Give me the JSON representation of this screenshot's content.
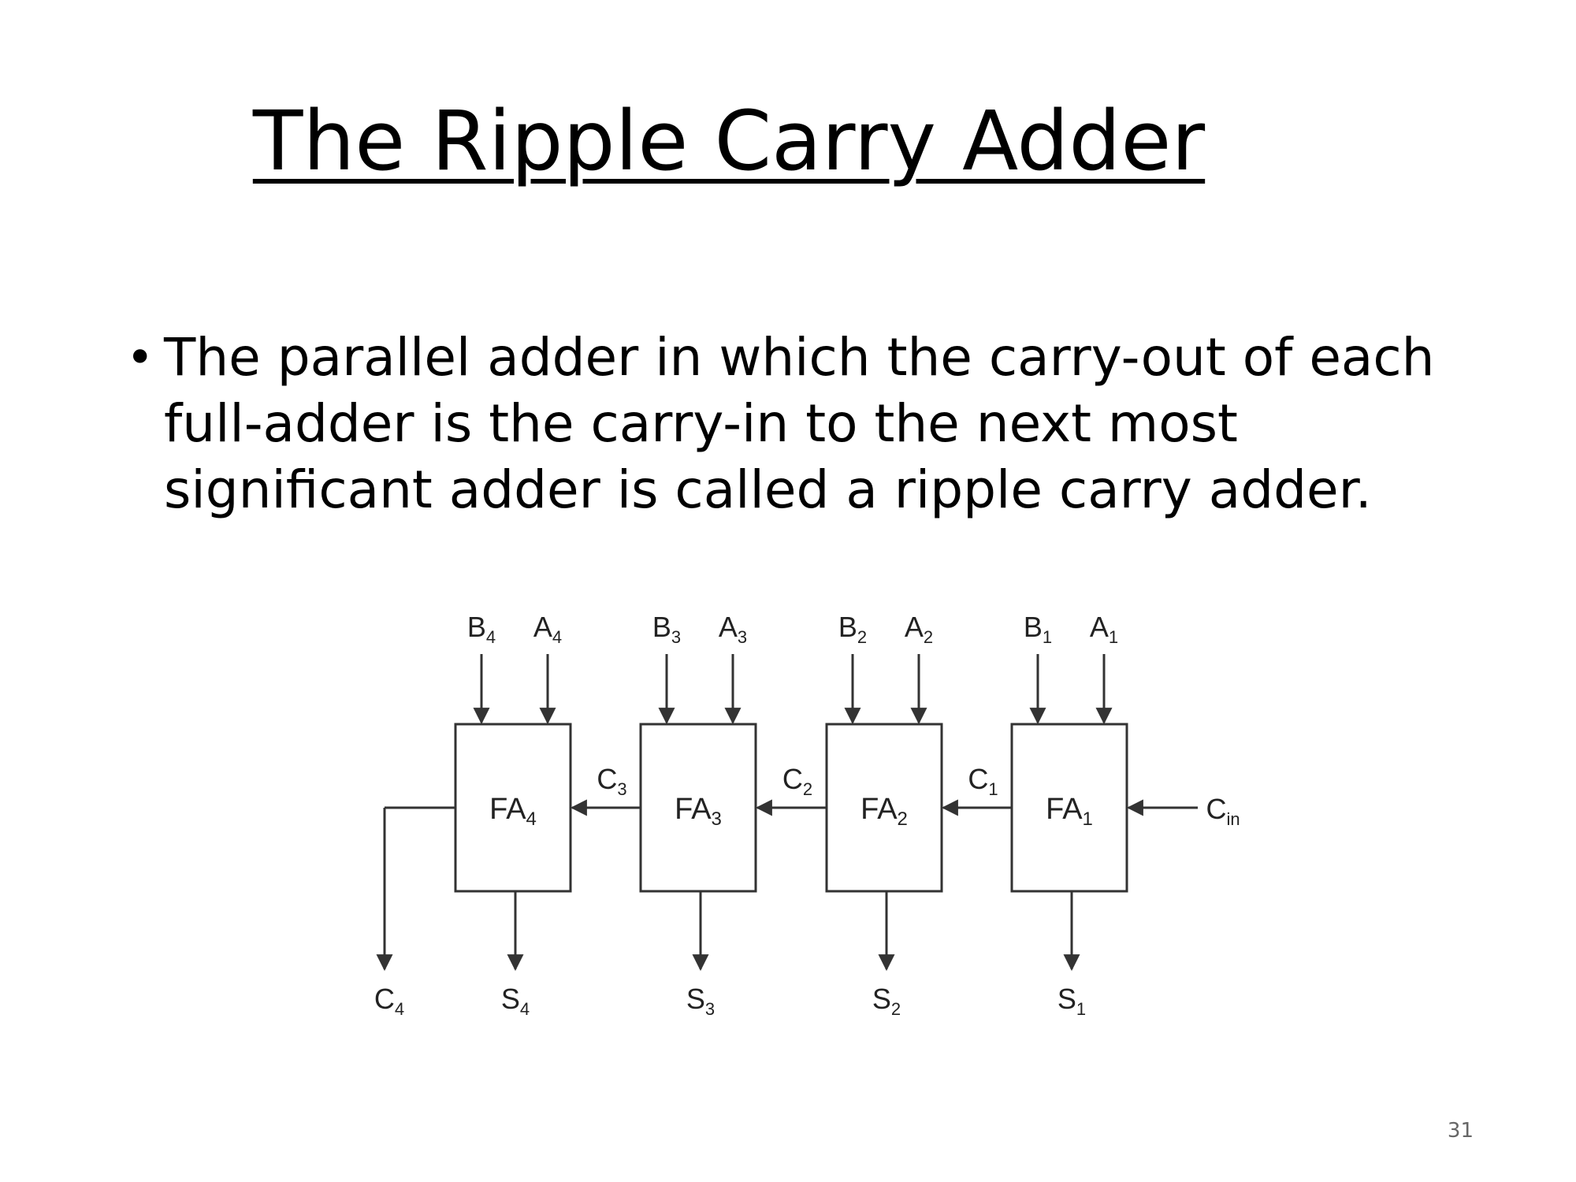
{
  "slide": {
    "title": "The Ripple Carry Adder",
    "bullet": "The parallel adder in which the carry-out of each full-adder is the carry-in to the next most significant adder is called a ripple carry adder.",
    "page_number": "31"
  },
  "diagram": {
    "adders": [
      {
        "base": "FA",
        "sub": "4",
        "in_b_base": "B",
        "in_b_sub": "4",
        "in_a_base": "A",
        "in_a_sub": "4",
        "sum_base": "S",
        "sum_sub": "4"
      },
      {
        "base": "FA",
        "sub": "3",
        "in_b_base": "B",
        "in_b_sub": "3",
        "in_a_base": "A",
        "in_a_sub": "3",
        "sum_base": "S",
        "sum_sub": "3"
      },
      {
        "base": "FA",
        "sub": "2",
        "in_b_base": "B",
        "in_b_sub": "2",
        "in_a_base": "A",
        "in_a_sub": "2",
        "sum_base": "S",
        "sum_sub": "2"
      },
      {
        "base": "FA",
        "sub": "1",
        "in_b_base": "B",
        "in_b_sub": "1",
        "in_a_base": "A",
        "in_a_sub": "1",
        "sum_base": "S",
        "sum_sub": "1"
      }
    ],
    "carries": [
      {
        "base": "C",
        "sub": "3"
      },
      {
        "base": "C",
        "sub": "2"
      },
      {
        "base": "C",
        "sub": "1"
      }
    ],
    "carry_in": {
      "base": "C",
      "sub": "in"
    },
    "carry_out": {
      "base": "C",
      "sub": "4"
    }
  }
}
